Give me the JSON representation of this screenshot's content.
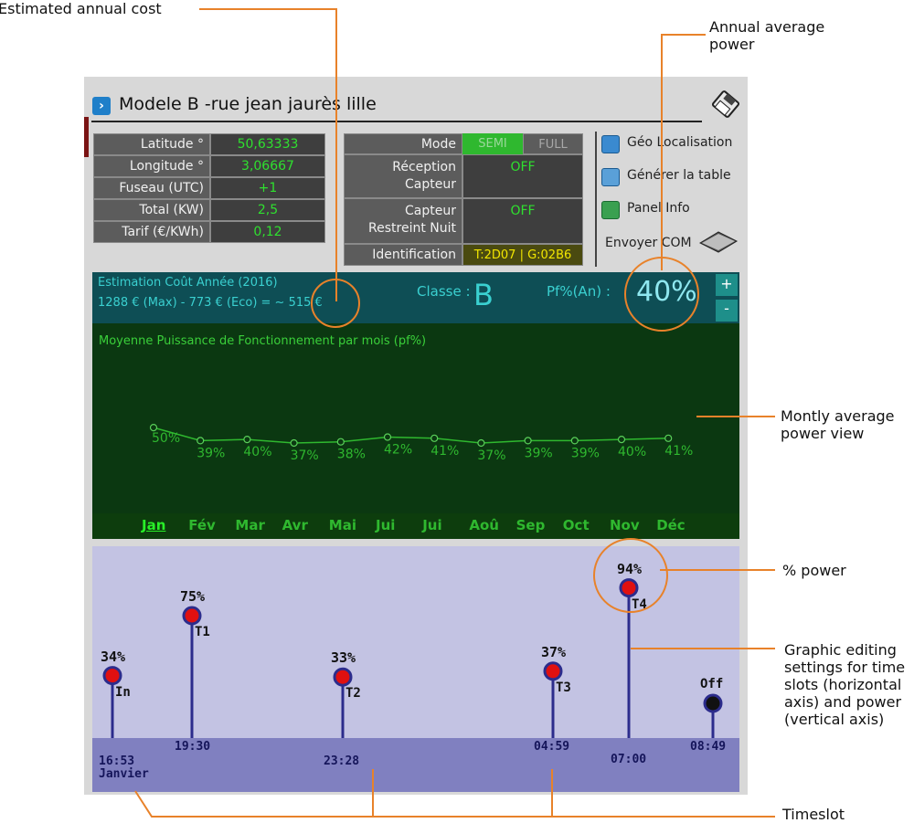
{
  "callouts": {
    "estimated_cost": "Estimated annual cost",
    "annual_power": [
      "Annual average",
      "power"
    ],
    "monthly_view": [
      "Montly average",
      "power view"
    ],
    "pct_power": "% power",
    "graphic_editing": [
      "Graphic editing",
      "settings for time",
      "slots (horizontal",
      "axis) and power",
      "(vertical axis)"
    ],
    "timeslot": "Timeslot"
  },
  "window": {
    "title": "Modele B -rue jean jaurès lille"
  },
  "location_table": [
    {
      "label": "Latitude °",
      "value": "50,63333"
    },
    {
      "label": "Longitude °",
      "value": "3,06667"
    },
    {
      "label": "Fuseau (UTC)",
      "value": "+1"
    },
    {
      "label": "Total (KW)",
      "value": "2,5"
    },
    {
      "label": "Tarif (€/KWh)",
      "value": "0,12"
    }
  ],
  "mode_table": {
    "mode_label": "Mode",
    "mode_semi": "SEMI",
    "mode_full": "FULL",
    "reception_label": [
      "Réception",
      "Capteur"
    ],
    "reception_value": "OFF",
    "restreint_label": [
      "Capteur",
      "Restreint Nuit"
    ],
    "restreint_value": "OFF",
    "id_label": "Identification",
    "id_value": "T:2D07 | G:02B6"
  },
  "side_links": {
    "geo": "Géo Localisation",
    "generer": "Générer la table",
    "panel": "Panel Info",
    "envoyer": "Envoyer COM"
  },
  "estimation": {
    "title": "Estimation Coût Année (2016)",
    "formula": "1288 € (Max) - 773 € (Eco) = ~ 515 €",
    "classe_label": "Classe :",
    "classe_value": "B",
    "pf_label": "Pf%(An) :",
    "pf_value": "40%",
    "plus": "+",
    "minus": "-"
  },
  "colors": {
    "accent_orange": "#e8822a",
    "graph_green": "#2fb82f",
    "slot_red": "#e01010",
    "slot_line": "#2c2c8c"
  },
  "chart_data": {
    "type": "line",
    "title": "Moyenne Puissance de Fonctionnement par mois (pf%)",
    "categories": [
      "Jan",
      "Fév",
      "Mar",
      "Avr",
      "Mai",
      "Jui",
      "Jui",
      "Aoû",
      "Sep",
      "Oct",
      "Nov",
      "Déc"
    ],
    "values": [
      50,
      39,
      40,
      37,
      38,
      42,
      41,
      37,
      39,
      39,
      40,
      41
    ],
    "labels": [
      "50%",
      "39%",
      "40%",
      "37%",
      "38%",
      "42%",
      "41%",
      "37%",
      "39%",
      "39%",
      "40%",
      "41%"
    ],
    "active_month": "Jan"
  },
  "timeslots": [
    {
      "tag": "In",
      "pct": "34%",
      "time": "16:53",
      "power": 34
    },
    {
      "tag": "T1",
      "pct": "75%",
      "time": "19:30",
      "power": 75
    },
    {
      "tag": "T2",
      "pct": "33%",
      "time": "23:28",
      "power": 33
    },
    {
      "tag": "T3",
      "pct": "37%",
      "time": "04:59",
      "power": 37
    },
    {
      "tag": "T4",
      "pct": "94%",
      "time": "07:00",
      "power": 94
    },
    {
      "tag": "Off",
      "pct": "",
      "time": "08:49",
      "power": 0
    }
  ],
  "timeslot_month": "Janvier"
}
